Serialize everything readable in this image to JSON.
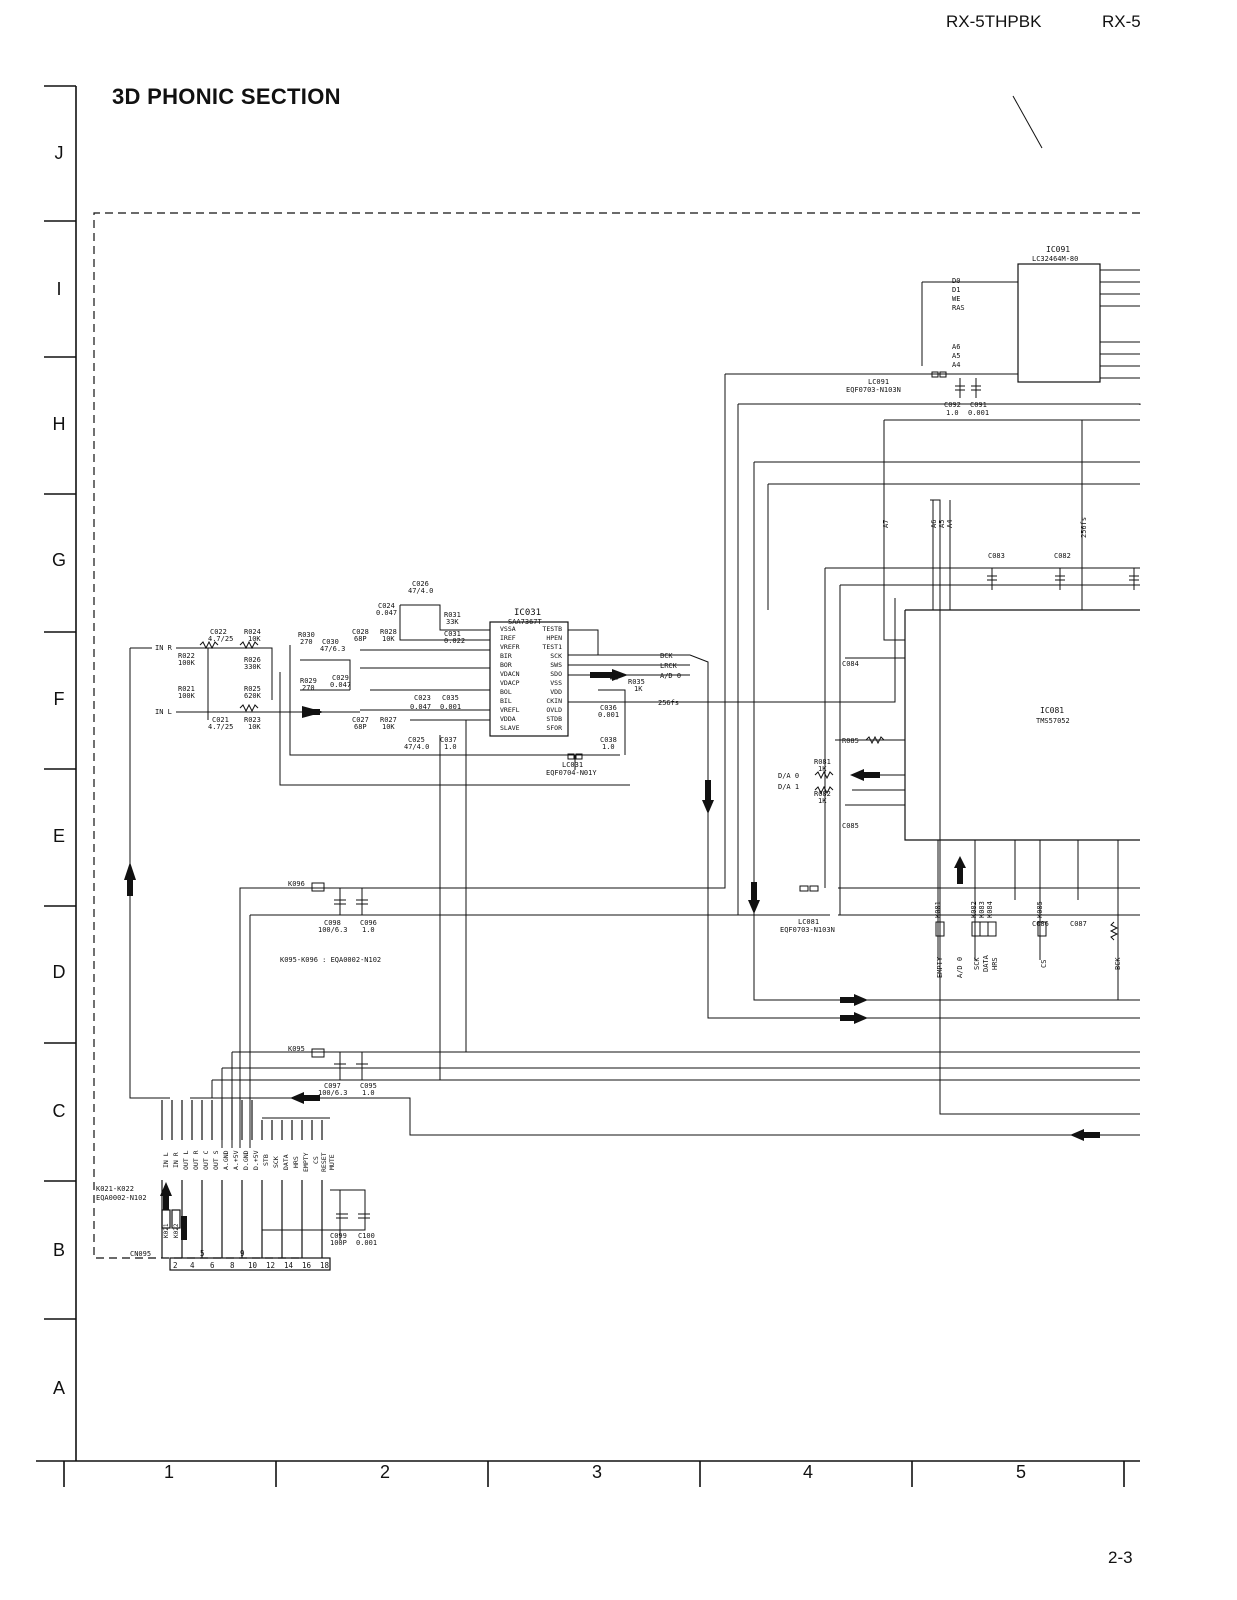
{
  "header": {
    "model_1": "RX-5THPBK",
    "model_2": "RX-5"
  },
  "section_title": "3D PHONIC SECTION",
  "grid": {
    "rows": [
      "J",
      "I",
      "H",
      "G",
      "F",
      "E",
      "D",
      "C",
      "B",
      "A"
    ],
    "columns": [
      "1",
      "2",
      "3",
      "4",
      "5"
    ]
  },
  "page_number": "2-3",
  "labels": {
    "ic031_ref": "IC031",
    "ic031_part": "SAA7367T",
    "ic031_left_pins": [
      "VSSA",
      "IREF",
      "VREFR",
      "BIR",
      "BOR",
      "VDACN",
      "VDACP",
      "BOL",
      "BIL",
      "VREFL",
      "VDDA",
      "SLAVE"
    ],
    "ic031_right_pins": [
      "TESTB",
      "HPEN",
      "TEST1",
      "SCK",
      "SWS",
      "SDO",
      "VSS",
      "VDD",
      "CKIN",
      "OVLD",
      "STDB",
      "SFOR"
    ],
    "ic091_ref": "IC091",
    "ic091_part": "LC32464M-80",
    "ic081_ref": "IC081",
    "ic081_part": "TMS57052",
    "lc031_ref": "LC031",
    "lc031_part": "EQF0704-N01Y",
    "lc081_ref": "LC081",
    "lc081_part": "EQF0703-N103N",
    "lc091_ref": "LC091",
    "lc091_part": "EQF0703-N103N",
    "k095_k096": "K095-K096 : EQA0002-N102",
    "k021_k022_ref": "K021-K022",
    "k021_k022_part": "EQA0002-N102",
    "cn095": "CN095",
    "k096": "K096",
    "k095": "K095",
    "in_r": "IN R",
    "in_l": "IN L",
    "bck": "BCK",
    "lrck": "LRCK",
    "ad0": "A/D 0",
    "fs256": "256fs",
    "da0": "D/A 0",
    "da1": "D/A 1",
    "c022": "C022",
    "c022_v": "4.7/25",
    "c021": "C021",
    "c021_v": "4.7/25",
    "r024": "R024",
    "r024_v": "10K",
    "r023": "R023",
    "r023_v": "10K",
    "r022": "R022",
    "r022_v": "100K",
    "r021": "R021",
    "r021_v": "100K",
    "r026": "R026",
    "r026_v": "330K",
    "r025": "R025",
    "r025_v": "620K",
    "r030": "R030",
    "r030_v": "270",
    "r029": "R029",
    "r029_v": "270",
    "c030": "C030",
    "c030_v": "47/6.3",
    "c029": "C029",
    "c029_v": "0.047",
    "c028": "C028",
    "c028_v": "68P",
    "r028": "R028",
    "r028_v": "10K",
    "c027": "C027",
    "c027_v": "68P",
    "r027": "R027",
    "r027_v": "10K",
    "c026": "C026",
    "c026_v": "47/4.0",
    "c024": "C024",
    "c024_v": "0.047",
    "r031": "R031",
    "r031_v": "33K",
    "c031": "C031",
    "c031_v": "0.022",
    "c023": "C023",
    "c023_v": "0.047",
    "c035": "C035",
    "c035_v": "0.001",
    "c025": "C025",
    "c025_v": "47/4.0",
    "c037": "C037",
    "c037_v": "1.0",
    "r035": "R035",
    "r035_v": "1K",
    "c036": "C036",
    "c036_v": "0.001",
    "c038": "C038",
    "c038_v": "1.0",
    "c098": "C098",
    "c098_v": "100/6.3",
    "c096": "C096",
    "c096_v": "1.0",
    "c097": "C097",
    "c097_v": "100/6.3",
    "c095": "C095",
    "c095_v": "1.0",
    "c099": "C099",
    "c099_v": "100P",
    "c100": "C100",
    "c100_v": "0.001",
    "c092": "C092",
    "c092_v": "1.0",
    "c091": "C091",
    "c091_v": "0.001",
    "c083": "C083",
    "c082": "C082",
    "c084": "C084",
    "c085": "C085",
    "c086": "C086",
    "c087": "C087",
    "r081": "R081",
    "r081_v": "1K",
    "r082": "R082",
    "r082_v": "1K",
    "r085": "R085",
    "ic091_bus_left": [
      "D0",
      "D1",
      "WE",
      "RAS"
    ],
    "ic091_bus_left2": [
      "A6",
      "A5",
      "A4"
    ],
    "vert_bus_top": [
      "A7",
      "A6",
      "A5",
      "A4",
      "256fs"
    ],
    "cn_pins_left": [
      "IN L",
      "IN R",
      "OUT L",
      "OUT R",
      "OUT C",
      "OUT S",
      "A.GND",
      "A.+5V",
      "D.GND",
      "D.+5V",
      "STB"
    ],
    "cn_pins_right": [
      "SCK",
      "DATA",
      "HRS",
      "EMPTY",
      "CS",
      "RESET",
      "MUTE"
    ],
    "cn_numbers": [
      "2",
      "4",
      "5",
      "6",
      "8",
      "9",
      "10",
      "12",
      "14",
      "16",
      "18"
    ],
    "d_signals": [
      "EMPTY",
      "A/D 0",
      "SCK",
      "DATA",
      "HRS",
      "CS",
      "BCK"
    ],
    "k_refs": [
      "K081",
      "K082",
      "K083",
      "K084",
      "K085"
    ],
    "k_sub": [
      "K021",
      "K022"
    ]
  }
}
